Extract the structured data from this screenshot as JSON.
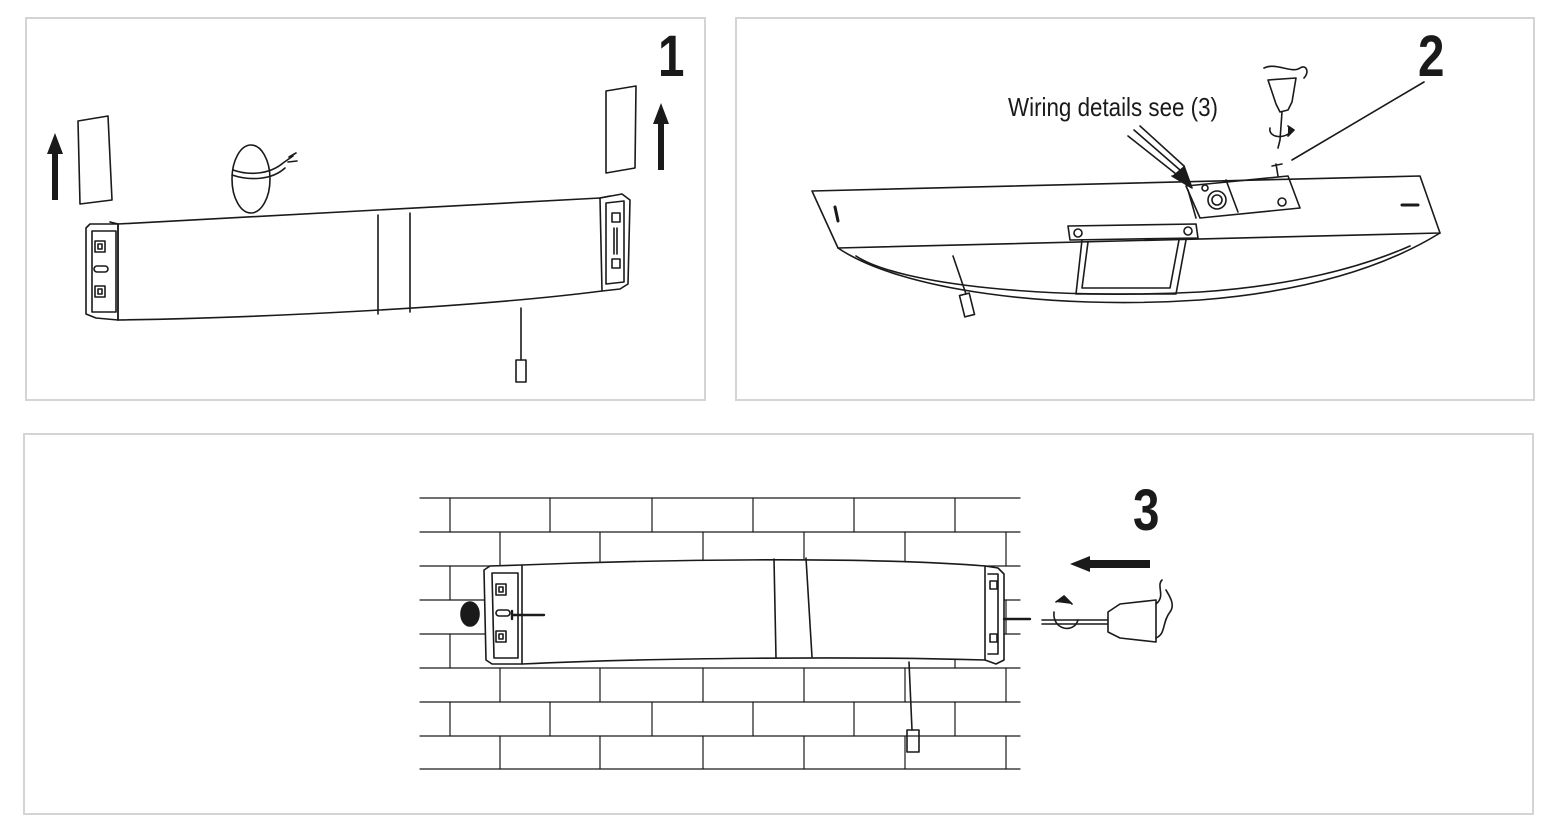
{
  "steps": [
    {
      "number": "1"
    },
    {
      "number": "2",
      "note": "Wiring details see (3)"
    },
    {
      "number": "3"
    }
  ],
  "colors": {
    "ink": "#1a1a1a",
    "frame": "#d4d4d4",
    "background": "#ffffff"
  },
  "icons": [
    "up-arrow-icon",
    "left-arrow-icon",
    "screwdriver-icon",
    "rotation-arrow-icon"
  ]
}
